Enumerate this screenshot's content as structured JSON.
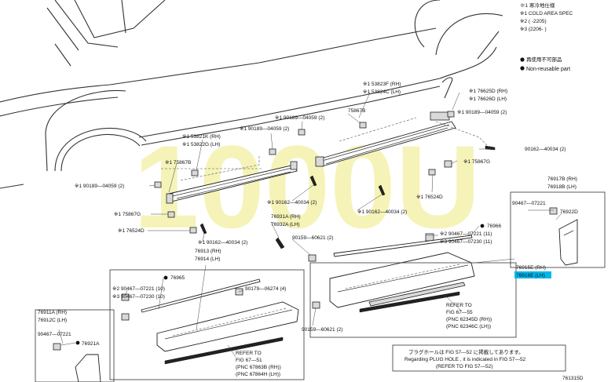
{
  "legend": {
    "cold_area": "※1 寒冷地仕様",
    "cold_area_en": "※1 COLD AREA SPEC",
    "note2": "※2 (        -2205)",
    "note3": "※3 (2206-        )",
    "non_reusable_jp": "再使用不可部品",
    "non_reusable_en": "Non-reusable part"
  },
  "labels": {
    "p53823F": "※1 53823F (RH)",
    "p53824C": "※1 53824C (LH)",
    "p76625D": "※1 76625D (RH)",
    "p76626D": "※1 76626D (LH)",
    "p75867B_top": "75867B",
    "p90189_a": "※1 90189—04059 (2)",
    "p90189_b": "※1 90189—04059 (2)",
    "p90189_c": "※1 90189—04059 (2)",
    "p53821K": "※1 53821K (RH)",
    "p53822G": "※1 53822G (LH)",
    "p90162_a": "90162—40034 (2)",
    "p75867B_left": "※1 75867B",
    "p75867G_right": "※1 75867G",
    "p90189_d": "※1 90189—04059 (2)",
    "p76524D_top": "※1 76524D",
    "p90162_b": "※1 90162—40034 (2)",
    "p75867G_left": "※1 75867G",
    "p90162_c": "※1 90162—40034 (2)",
    "p76931A": "76931A (RH)",
    "p76932A": "76932A (LH)",
    "p76524D_left": "※1 76524D",
    "p90162_d": "※1 90162—40034 (2)",
    "p90159_a": "90159—60621 (2)",
    "p76913": "76913 (RH)",
    "p76914": "76914 (LH)",
    "p76966": "76966",
    "p90467_11_a": "※2 90467—07221 (11)",
    "p90467_11_b": "※3 90467—07230 (11)",
    "p76917B": "76917B (RH)",
    "p76918B": "76918B (LH)",
    "p90467_r": "90467—07221",
    "p76922D": "76922D",
    "p76915E": "76915E (RH)",
    "p76916E": "76916E (LH)",
    "p76965": "76965",
    "p90467_10_a": "※2 90467—07221 (10)",
    "p90467_10_b": "※3 90467—07230 (10)",
    "p90179": "90179—06274 (4)",
    "p76911A": "76911A (RH)",
    "p76912C": "76912C (LH)",
    "p90467_l": "90467—07221",
    "p76921A": "76921A",
    "p90159_b": "90159—60621 (2)",
    "refer_a_1": "REFER TO",
    "refer_a_2": "FIG 67—55",
    "refer_a_3": "(PNC 62345D (RH))",
    "refer_a_4": "(PNC 62346C (LH))",
    "refer_b_1": "REFER TO",
    "refer_b_2": "FIG 67—51",
    "refer_b_3": "(PNC 67863B (RH))",
    "refer_b_4": "(PNC 67864H (LH))"
  },
  "plug_note": {
    "jp": "プラグホールは FIG 57—52 に掲載してあります。",
    "en": "Regarding PLUG HOLE , it is indicated in FIG 57—52",
    "ref": "(REFER TO FIG 57—52)"
  },
  "figure_id": "761315D",
  "watermark": "1000U",
  "colors": {
    "highlight": "#00b7eb",
    "watermark": "#f2f0a0"
  }
}
